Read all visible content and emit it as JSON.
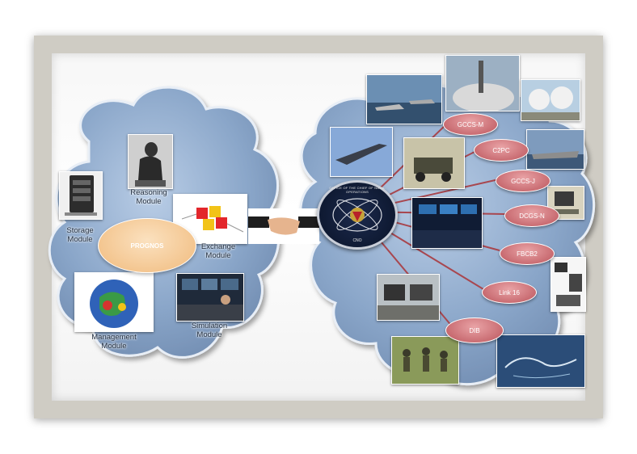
{
  "left_cloud": {
    "center_label": "PROGNOS",
    "modules": [
      {
        "label": "Reasoning\nModule"
      },
      {
        "label": "Storage\nModule"
      },
      {
        "label": "Exchange\nModule"
      },
      {
        "label": "Management\nModule"
      },
      {
        "label": "Simulation\nModule"
      }
    ]
  },
  "right_cloud": {
    "seal_text": "OFFICE OF THE CHIEF OF NAVAL OPERATIONS",
    "seal_footer": "CNO",
    "systems": [
      "GCCS-M",
      "C2PC",
      "GCCS-J",
      "DCGS-N",
      "FBCB2",
      "Link 16",
      "DIB"
    ]
  },
  "colors": {
    "cloud": "#7f9cc0",
    "node": "#c96c72",
    "prognos": "#f3c48d",
    "link_line": "#a8474f"
  }
}
